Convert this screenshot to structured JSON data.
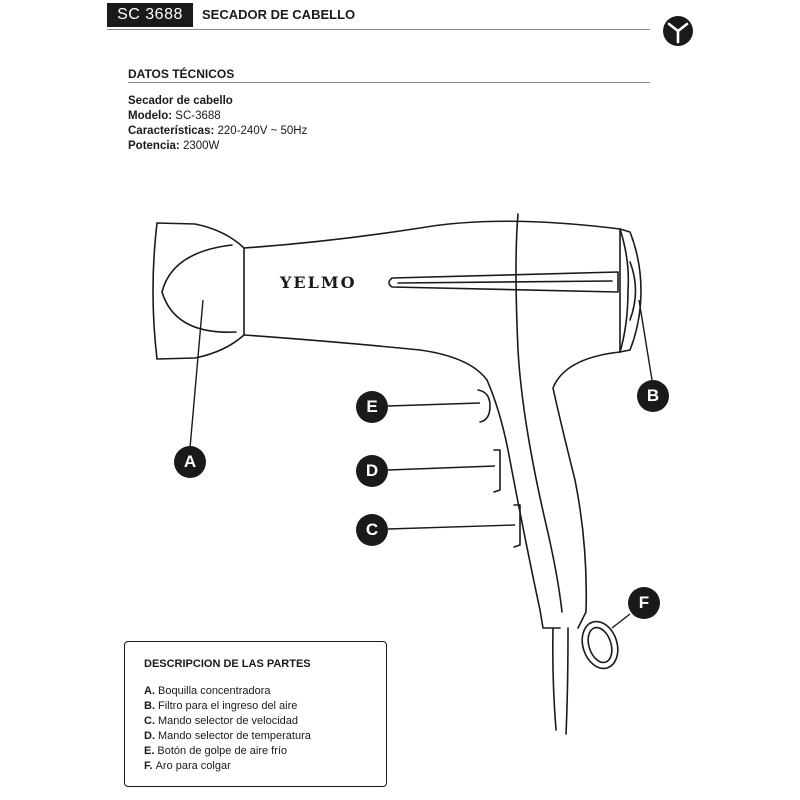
{
  "header": {
    "model_tag": "SC 3688",
    "title": "SECADOR DE CABELLO",
    "logo_icon": "brand-y-logo-icon"
  },
  "specs": {
    "section_title": "DATOS TÉCNICOS",
    "product_name": "Secador de cabello",
    "rows": [
      {
        "label": "Modelo:",
        "value": "SC-3688"
      },
      {
        "label": "Características:",
        "value": "220-240V ~ 50Hz"
      },
      {
        "label": "Potencia:",
        "value": "2300W"
      }
    ]
  },
  "illustration": {
    "brand_text": "YELMO",
    "callouts": [
      "A",
      "B",
      "C",
      "D",
      "E",
      "F"
    ]
  },
  "parts": {
    "title": "DESCRIPCION DE LAS PARTES",
    "items": [
      {
        "key": "A.",
        "text": "Boquilla concentradora"
      },
      {
        "key": "B.",
        "text": "Filtro para el ingreso del aire"
      },
      {
        "key": "C.",
        "text": "Mando selector de velocidad"
      },
      {
        "key": "D.",
        "text": "Mando selector de temperatura"
      },
      {
        "key": "E.",
        "text": "Botón de golpe de aire frío"
      },
      {
        "key": "F.",
        "text": "Aro para colgar"
      }
    ]
  },
  "colors": {
    "ink": "#1a1a1a",
    "rule": "#888888",
    "background": "#ffffff"
  }
}
